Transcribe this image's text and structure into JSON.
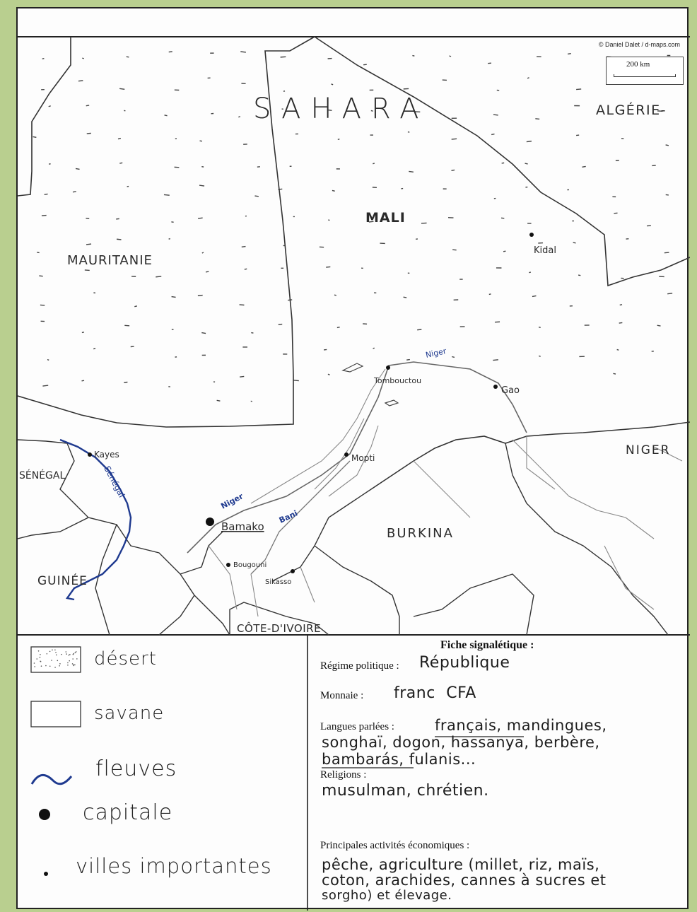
{
  "credit": "© Daniel Dalet / d-maps.com",
  "scale": "200 km",
  "labels": {
    "sahara": "SAHARA",
    "algerie": "ALGÉRIE-",
    "mali": "MALI",
    "mauritanie": "MAURITANIE",
    "senegal": "SÉNÉGAL",
    "guinee": "GUINÉE",
    "cote": "CÔTE-D'IVOIRE",
    "burkina": "BURKINA",
    "niger_country": "NIGER"
  },
  "cities": {
    "kidal": "Kidal",
    "tombouctou": "Tombouctou",
    "gao": "Gao",
    "mopti": "Mopti",
    "kayes": "Kayes",
    "bamako": "Bamako",
    "bougouni": "Bougouni",
    "sikasso": "Sikasso"
  },
  "rivers": {
    "niger_north": "Niger",
    "niger_south": "Niger",
    "bani": "Bani",
    "senegal": "Sénégal"
  },
  "legend": {
    "desert": "désert",
    "savane": "savane",
    "fleuves": "fleuves",
    "capitale": "capitale",
    "villes": "villes importantes"
  },
  "fiche": {
    "title": "Fiche signalétique :",
    "regime_label": "Régime politique :",
    "regime_value": "République",
    "monnaie_label": "Monnaie :",
    "monnaie_value": "franc CFA",
    "langues_label": "Langues parlées :",
    "langues_value": [
      "français, mandingues,",
      "songhaï, dogon, hassanya, berbère,",
      "bambarás, fulanis..."
    ],
    "religions_label": "Religions :",
    "religions_value": "musulman, chrétien.",
    "activites_label": "Principales activités économiques :",
    "activites_value": [
      "pêche, agriculture (millet, riz, maïs,",
      "coton, arachides, cannes à sucres et",
      "sorgho) et élevage."
    ]
  },
  "colors": {
    "river": "#1f3a8f",
    "border": "#333333"
  }
}
